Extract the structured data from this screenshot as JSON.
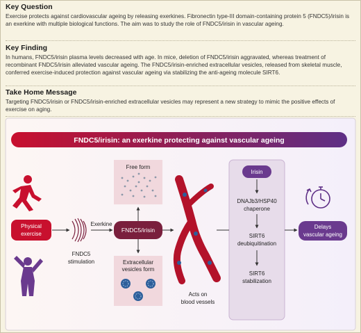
{
  "sections": {
    "key_question": {
      "title": "Key Question",
      "text": "Exercise protects against cardiovascular ageing by releasing exerkines. Fibronectin type-III domain-containing protein 5 (FNDC5)/irisin is an exerkine with multiple biological functions. The aim was to study the role of FNDC5/irisin in vascular ageing."
    },
    "key_finding": {
      "title": "Key Finding",
      "text": "In humans, FNDC5/irisin plasma levels decreased with age. In mice, deletion of FNDC5/irisin aggravated, whereas treatment of recombinant FNDC5/irisin alleviated vascular ageing. The FNDC5/irisin-enriched extracellular vesicles, released from skeletal muscle, conferred exercise-induced protection against vascular ageing via stabilizing the anti-ageing molecule SIRT6."
    },
    "take_home": {
      "title": "Take Home Message",
      "text": "Targeting FNDC5/irisin or FNDC5/irisin-enriched extracellular vesicles may represent a new strategy to mimic the positive effects of exercise on aging."
    }
  },
  "diagram": {
    "banner": "FNDC5/irisin: an exerkine protecting against vascular ageing",
    "physical_exercise": [
      "Physical",
      "exercise"
    ],
    "fndc5_stimulation": [
      "FNDC5",
      "stimulation"
    ],
    "exerkine": "Exerkine",
    "fndc5_irisin": "FNDC5/irisin",
    "free_form": "Free form",
    "ev_form": [
      "Extracellular",
      "vesicles form"
    ],
    "acts_on": [
      "Acts on",
      "blood vessels"
    ],
    "irisin": "Irisin",
    "chaperone": [
      "DNAJb3/HSP40",
      "chaperone"
    ],
    "deubiquitination": [
      "SIRT6",
      "deubiquitination"
    ],
    "stabilization": [
      "SIRT6",
      "stabilization"
    ],
    "delays": [
      "Delays",
      "vascular ageing"
    ],
    "colors": {
      "maroon": "#7a1f3d",
      "purple": "#6a3a8e",
      "red": "#c8102e",
      "panel_lilac": "#e7dcea",
      "panel_pink": "#f1d8dd"
    }
  }
}
